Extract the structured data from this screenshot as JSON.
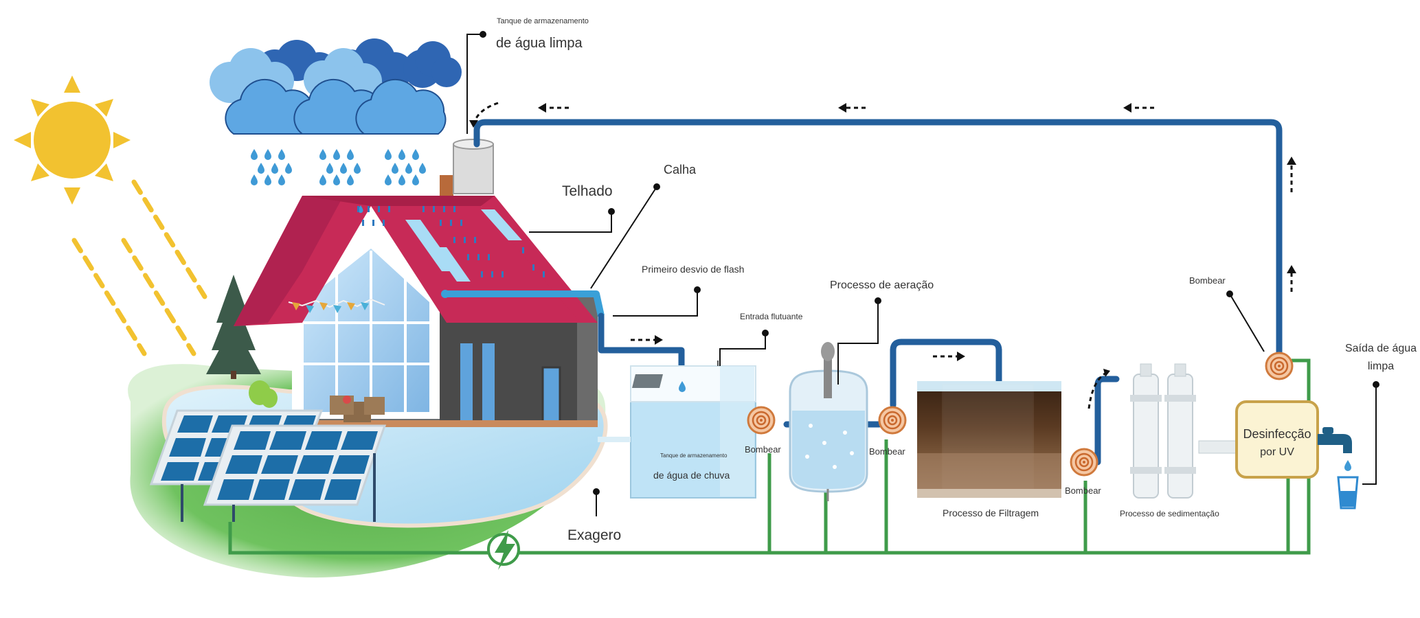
{
  "labels": {
    "top_tank_small": "Tanque de armazenamento",
    "top_tank_big": "de água limpa",
    "roof": "Telhado",
    "gutter": "Calha",
    "first_flush": "Primeiro desvio de flash",
    "floating_inlet": "Entrada flutuante",
    "aeration": "Processo de aeração",
    "pump_1": "Bombear",
    "pump_2": "Bombear",
    "pump_3": "Bombear",
    "pump_4": "Bombear",
    "rain_tank_small": "Tanque de armazenamento",
    "rain_tank_big": "de água de chuva",
    "overflow": "Exagero",
    "filtration": "Processo de Filtragem",
    "sedimentation": "Processo de sedimentação",
    "uv_line1": "Desinfecção",
    "uv_line2": "por UV",
    "outlet_line1": "Saída de água",
    "outlet_line2": "limpa"
  },
  "colors": {
    "pipe_blue": "#235f9c",
    "power_green": "#3f9b4a",
    "roof_red": "#c72a57",
    "sun_yellow": "#f2c230",
    "uv_box_fill": "#fbf3d3",
    "uv_box_border": "#c8a24a",
    "pump_orange": "#e8a06c"
  },
  "icons": [
    "sun-icon",
    "cloud-icon",
    "raindrop-icon",
    "solar-panel-icon",
    "lightning-icon",
    "pump-icon",
    "faucet-icon",
    "glass-icon",
    "arrow-icon",
    "pine-tree-icon"
  ]
}
